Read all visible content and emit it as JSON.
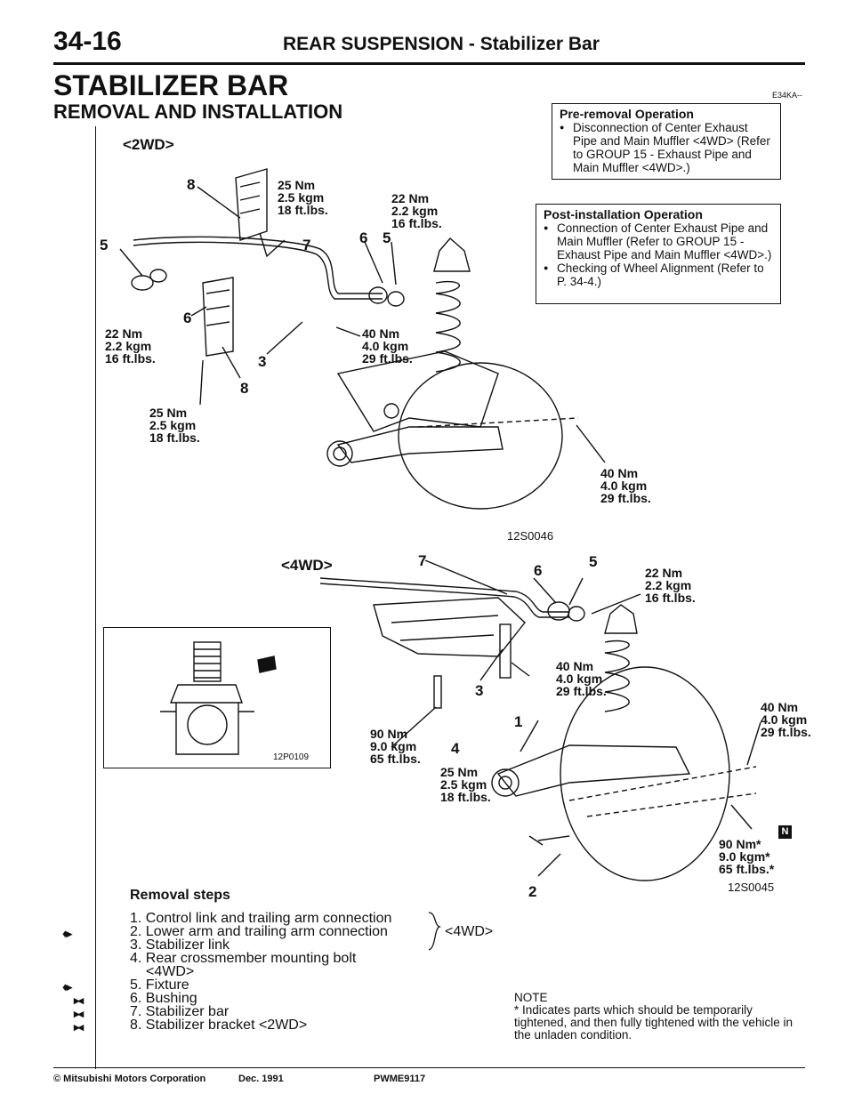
{
  "header": {
    "page_number": "34-16",
    "title": "REAR SUSPENSION - Stabilizer Bar"
  },
  "section": {
    "title": "STABILIZER BAR",
    "subtitle": "REMOVAL AND INSTALLATION",
    "code": "E34KA--"
  },
  "pre_removal": {
    "title": "Pre-removal Operation",
    "items": [
      "Disconnection of Center Exhaust Pipe and Main Muffler <4WD> (Refer to GROUP 15 - Exhaust Pipe and Main Muffler <4WD>.)"
    ]
  },
  "post_installation": {
    "title": "Post-installation Operation",
    "items": [
      "Connection of Center Exhaust Pipe and Main Muffler (Refer to GROUP 15 - Exhaust Pipe and Main Muffler <4WD>.)",
      "Checking of Wheel Alignment (Refer to P. 34-4.)"
    ]
  },
  "diagram_2wd": {
    "label": "<2WD>",
    "code": "12S0046",
    "torques": {
      "t25_top": {
        "nm": "25 Nm",
        "kgm": "2.5 kgm",
        "ftlbs": "18 ft.lbs."
      },
      "t22_top": {
        "nm": "22 Nm",
        "kgm": "2.2 kgm",
        "ftlbs": "16 ft.lbs."
      },
      "t22_left": {
        "nm": "22 Nm",
        "kgm": "2.2 kgm",
        "ftlbs": "16 ft.lbs."
      },
      "t40_mid": {
        "nm": "40 Nm",
        "kgm": "4.0 kgm",
        "ftlbs": "29 ft.lbs."
      },
      "t25_bot": {
        "nm": "25 Nm",
        "kgm": "2.5 kgm",
        "ftlbs": "18 ft.lbs."
      },
      "t40_right": {
        "nm": "40 Nm",
        "kgm": "4.0 kgm",
        "ftlbs": "29 ft.lbs."
      }
    },
    "numbers": {
      "n8a": "8",
      "n7": "7",
      "n6a": "6",
      "n5a": "5",
      "n5b": "5",
      "n6b": "6",
      "n3": "3",
      "n8b": "8"
    }
  },
  "diagram_4wd": {
    "label": "<4WD>",
    "code": "12S0045",
    "torques": {
      "t22": {
        "nm": "22 Nm",
        "kgm": "2.2 kgm",
        "ftlbs": "16 ft.lbs."
      },
      "t40_mid": {
        "nm": "40 Nm",
        "kgm": "4.0 kgm",
        "ftlbs": "29 ft.lbs."
      },
      "t40_right": {
        "nm": "40 Nm",
        "kgm": "4.0 kgm",
        "ftlbs": "29 ft.lbs."
      },
      "t90_left": {
        "nm": "90 Nm",
        "kgm": "9.0 kgm",
        "ftlbs": "65 ft.lbs."
      },
      "t25": {
        "nm": "25 Nm",
        "kgm": "2.5 kgm",
        "ftlbs": "18 ft.lbs."
      },
      "t90_star": {
        "nm": "90 Nm*",
        "kgm": "9.0 kgm*",
        "ftlbs": "65 ft.lbs.*"
      }
    },
    "numbers": {
      "n7": "7",
      "n6": "6",
      "n5": "5",
      "n3": "3",
      "n1": "1",
      "n4": "4",
      "n2": "2"
    },
    "badge": "N"
  },
  "inset": {
    "code": "12P0109"
  },
  "removal": {
    "title": "Removal steps",
    "steps": [
      {
        "mark": "",
        "text": "1. Control link and trailing arm connection"
      },
      {
        "mark": "♦▸",
        "text": "2. Lower arm and trailing arm connection"
      },
      {
        "mark": "",
        "text": "3. Stabilizer link"
      },
      {
        "mark": "",
        "text": "4. Rear crossmember mounting bolt"
      },
      {
        "mark": "",
        "text": "<4WD>"
      },
      {
        "mark": "♦▸",
        "text": "5. Fixture"
      },
      {
        "mark": "▸◂",
        "text": "6. Bushing"
      },
      {
        "mark": "▸◂",
        "text": "7. Stabilizer bar"
      },
      {
        "mark": "▸◂",
        "text": "8. Stabilizer bracket <2WD>"
      }
    ],
    "brace_label": "<4WD>"
  },
  "note": {
    "title": "NOTE",
    "text": "* Indicates parts which should be temporarily tightened, and then fully tightened with the vehicle in the unladen condition."
  },
  "footer": {
    "copyright": "© Mitsubishi Motors Corporation",
    "date": "Dec. 1991",
    "code": "PWME9117"
  }
}
